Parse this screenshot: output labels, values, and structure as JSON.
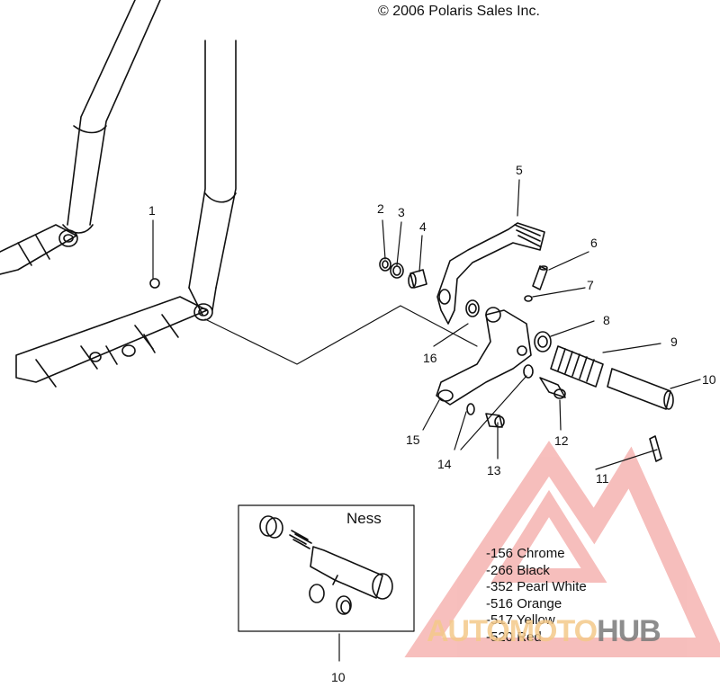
{
  "copyright": "© 2006 Polaris Sales Inc.",
  "callouts": {
    "c1": "1",
    "c2": "2",
    "c3": "3",
    "c4": "4",
    "c5": "5",
    "c6": "6",
    "c7": "7",
    "c8": "8",
    "c9": "9",
    "c10": "10",
    "c11": "11",
    "c12": "12",
    "c13": "13",
    "c14": "14",
    "c15": "15",
    "c16": "16",
    "c10b": "10"
  },
  "inset": {
    "title": "Ness",
    "variants": [
      "-156 Chrome",
      "-266 Black",
      "-352 Pearl White",
      "-516 Orange",
      "-517 Yellow",
      "-520 Red"
    ]
  },
  "watermark": {
    "part1": "AUTOMOTO",
    "part2": "HUB",
    "color": "#e8302a"
  }
}
